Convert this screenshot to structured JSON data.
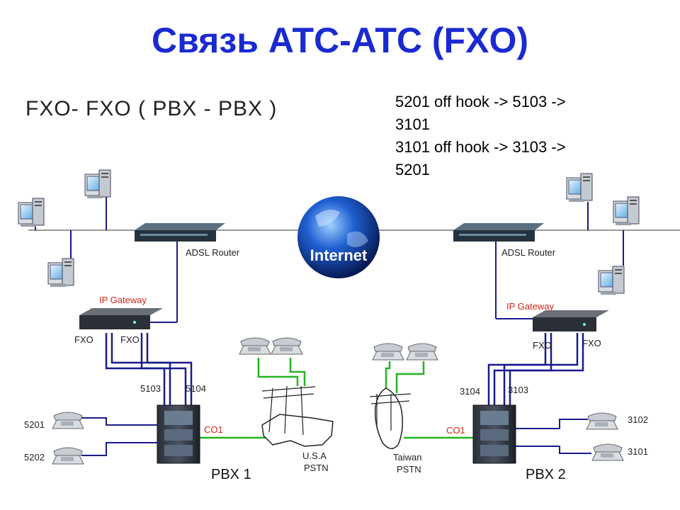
{
  "title": "Связь АТС-АТС (FXO)",
  "note_lines": [
    "5201 off hook -> 5103 ->",
    "3101",
    "3101 off hook -> 3103 ->",
    "5201"
  ],
  "diagram": {
    "subtitle": "FXO- FXO ( PBX - PBX )",
    "internet": "Internet",
    "router_left": "ADSL Router",
    "router_right": "ADSL Router",
    "gateway_left": "IP Gateway",
    "gateway_right": "IP Gateway",
    "fxo_l1": "FXO",
    "fxo_l2": "FXO",
    "fxo_r1": "FXO",
    "fxo_r2": "FXO",
    "ext_5103": "5103",
    "ext_5104": "5104",
    "ext_3104": "3104",
    "ext_3103": "3103",
    "phone_5201": "5201",
    "phone_5202": "5202",
    "phone_3102": "3102",
    "phone_3101": "3101",
    "co1_left": "CO1",
    "co1_right": "CO1",
    "pbx1": "PBX 1",
    "pbx2": "PBX 2",
    "usa_line1": "U.S.A",
    "usa_line2": "PSTN",
    "taiwan_line1": "Taiwan",
    "taiwan_line2": "PSTN"
  },
  "colors": {
    "title": "#1a2ad1",
    "lan": "#1a1a8c",
    "pstn": "#22b422",
    "red_label": "#d2261c"
  }
}
